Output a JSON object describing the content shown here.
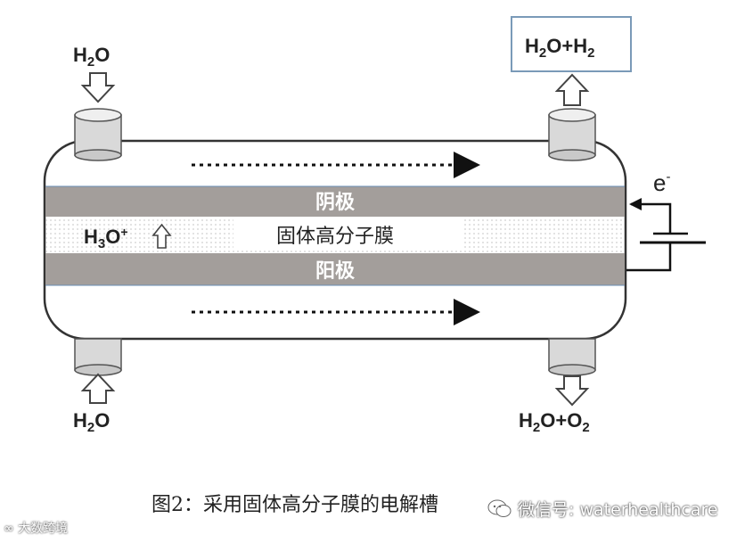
{
  "labels": {
    "inlet_top": {
      "main": "H",
      "sub": "2",
      "rest": "O"
    },
    "outlet_top": {
      "main": "H",
      "sub": "2",
      "mid": "O+H",
      "sub2": "2"
    },
    "inlet_bottom": {
      "main": "H",
      "sub": "2",
      "rest": "O"
    },
    "outlet_bottom": {
      "main": "H",
      "sub": "2",
      "mid": "O+O",
      "sub2": "2"
    },
    "ion": {
      "main": "H",
      "sub": "3",
      "mid": "O",
      "sup": "+"
    },
    "electron": {
      "main": "e",
      "sup": "-"
    },
    "cathode": "阴极",
    "membrane": "固体高分子膜",
    "anode": "阳极"
  },
  "caption": "图2：采用固体高分子膜的电解槽",
  "watermark": "微信号: waterhealthcare",
  "brand": "大数跨境",
  "colors": {
    "electrode": "#a39e9b",
    "cell_outline": "#333333",
    "membrane_dots": "#d8d8d8",
    "box_border": "#7a9ab8"
  }
}
